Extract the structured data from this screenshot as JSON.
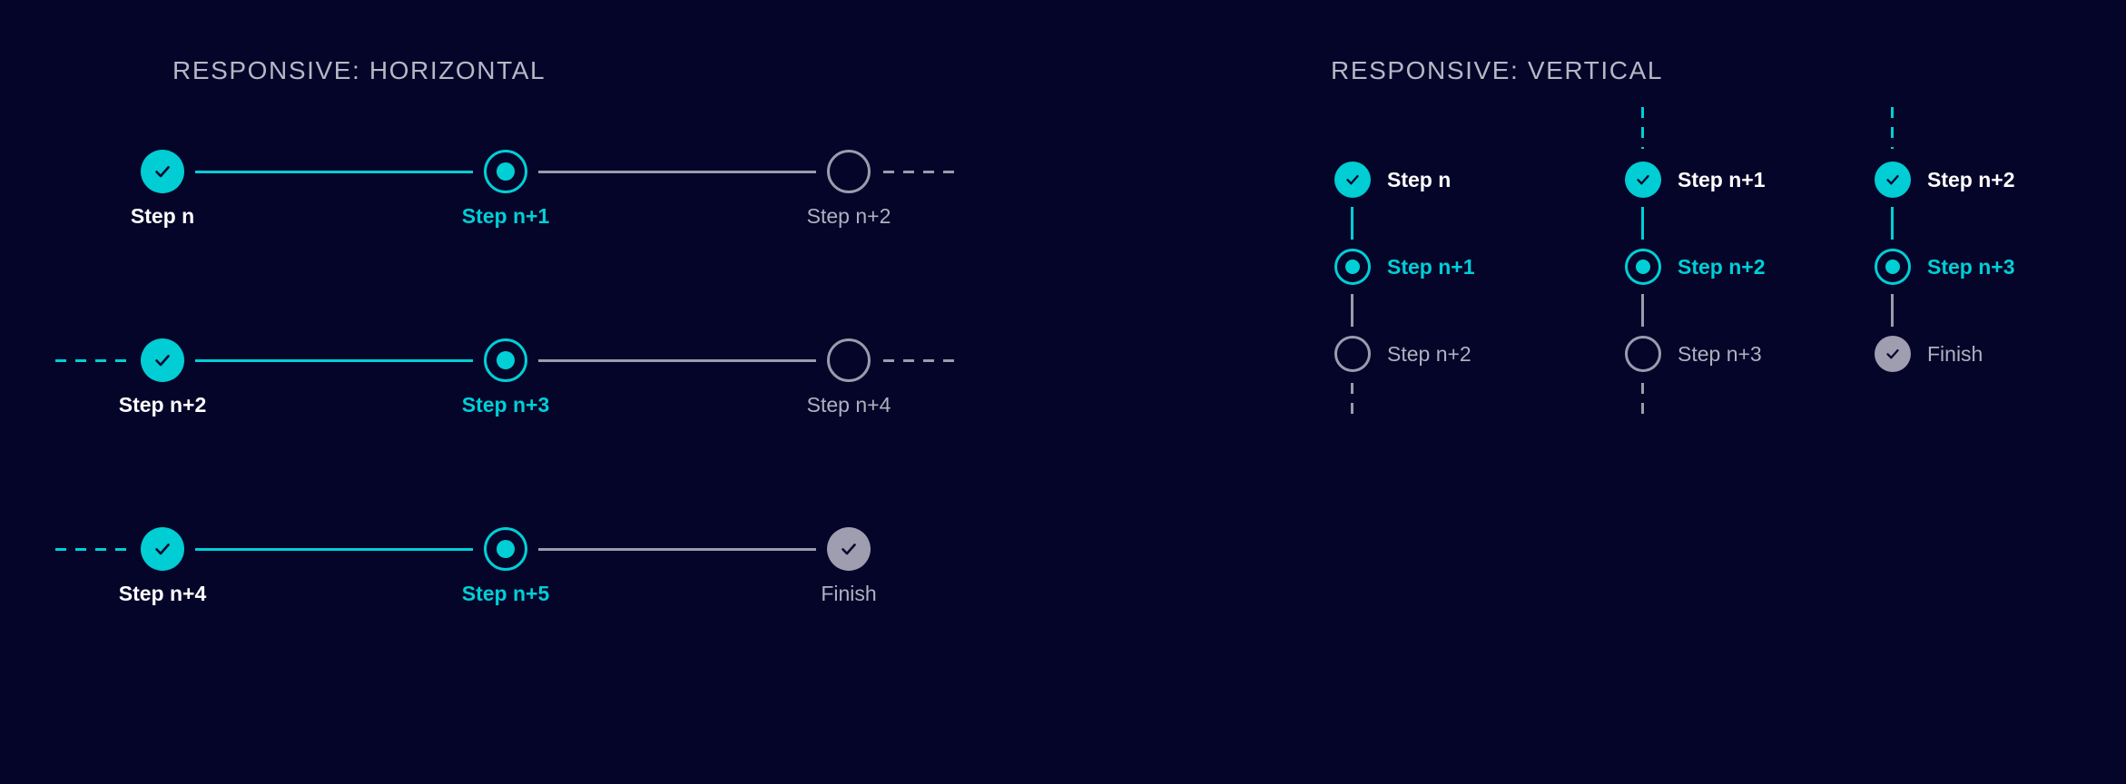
{
  "theme": {
    "background": "#050429",
    "accent_cyan": "#00cfd6",
    "inactive_gray": "#9b9bad",
    "complete_label": "#ffffff",
    "title_color": "#b7b7c6",
    "finish_gray": "#9e9eb0"
  },
  "horizontal": {
    "title": "RESPONSIVE: HORIZONTAL",
    "rows": [
      {
        "lead_dash": null,
        "trail_dash": "gray",
        "steps": [
          {
            "label": "Step n",
            "state": "complete"
          },
          {
            "label": "Step n+1",
            "state": "current"
          },
          {
            "label": "Step n+2",
            "state": "inactive"
          }
        ],
        "connectors": [
          "cyan",
          "gray"
        ]
      },
      {
        "lead_dash": "cyan",
        "trail_dash": "gray",
        "steps": [
          {
            "label": "Step n+2",
            "state": "complete"
          },
          {
            "label": "Step n+3",
            "state": "current"
          },
          {
            "label": "Step n+4",
            "state": "inactive"
          }
        ],
        "connectors": [
          "cyan",
          "gray"
        ]
      },
      {
        "lead_dash": "cyan",
        "trail_dash": null,
        "steps": [
          {
            "label": "Step n+4",
            "state": "complete"
          },
          {
            "label": "Step n+5",
            "state": "current"
          },
          {
            "label": "Finish",
            "state": "finish"
          }
        ],
        "connectors": [
          "cyan",
          "gray"
        ]
      }
    ]
  },
  "vertical": {
    "title": "RESPONSIVE: VERTICAL",
    "columns": [
      {
        "lead_dash": null,
        "trail_dash": "gray",
        "steps": [
          {
            "label": "Step n",
            "state": "complete"
          },
          {
            "label": "Step n+1",
            "state": "current"
          },
          {
            "label": "Step n+2",
            "state": "inactive"
          }
        ],
        "connectors": [
          "cyan",
          "gray"
        ]
      },
      {
        "lead_dash": "cyan",
        "trail_dash": "gray",
        "steps": [
          {
            "label": "Step n+1",
            "state": "complete"
          },
          {
            "label": "Step n+2",
            "state": "current"
          },
          {
            "label": "Step n+3",
            "state": "inactive"
          }
        ],
        "connectors": [
          "cyan",
          "gray"
        ]
      },
      {
        "lead_dash": "cyan",
        "trail_dash": null,
        "steps": [
          {
            "label": "Step n+2",
            "state": "complete"
          },
          {
            "label": "Step n+3",
            "state": "current"
          },
          {
            "label": "Finish",
            "state": "finish"
          }
        ],
        "connectors": [
          "cyan",
          "gray"
        ]
      }
    ]
  }
}
